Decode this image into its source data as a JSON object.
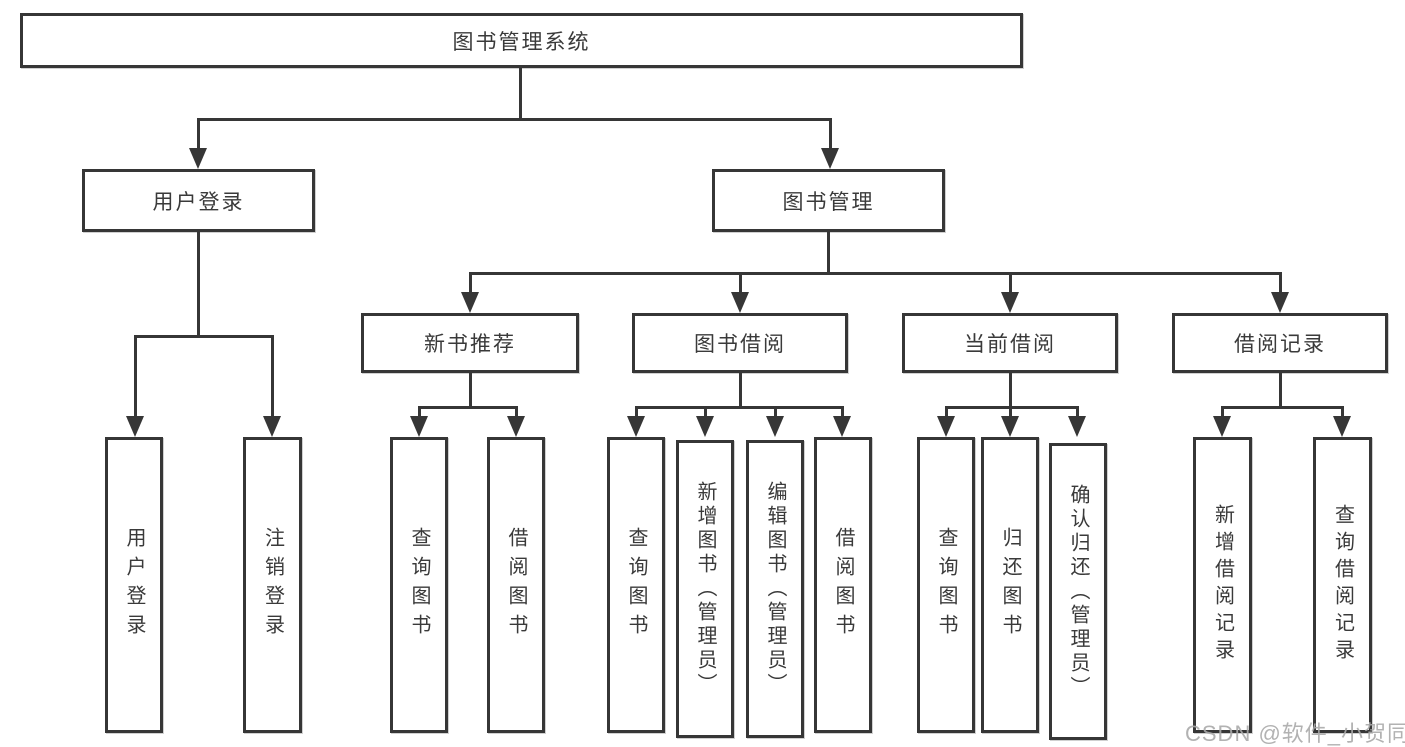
{
  "tree": {
    "label": "图书管理系统",
    "children": [
      {
        "label": "用户登录",
        "children": [
          {
            "label": "用户登录"
          },
          {
            "label": "注销登录"
          }
        ]
      },
      {
        "label": "图书管理",
        "children": [
          {
            "label": "新书推荐",
            "children": [
              {
                "label": "查询图书"
              },
              {
                "label": "借阅图书"
              }
            ]
          },
          {
            "label": "图书借阅",
            "children": [
              {
                "label": "查询图书"
              },
              {
                "label": "新增图书（管理员）"
              },
              {
                "label": "编辑图书（管理员）"
              },
              {
                "label": "借阅图书"
              }
            ]
          },
          {
            "label": "当前借阅",
            "children": [
              {
                "label": "查询图书"
              },
              {
                "label": "归还图书"
              },
              {
                "label": "确认归还（管理员）"
              }
            ]
          },
          {
            "label": "借阅记录",
            "children": [
              {
                "label": "新增借阅记录"
              },
              {
                "label": "查询借阅记录"
              }
            ]
          }
        ]
      }
    ]
  },
  "watermark": {
    "text": "CSDN @软件_小贺同学"
  },
  "colors": {
    "line": "#363636",
    "box_border": "#363636",
    "text": "#3a3a3a",
    "background": "#ffffff",
    "watermark": "#aaaaaa"
  }
}
